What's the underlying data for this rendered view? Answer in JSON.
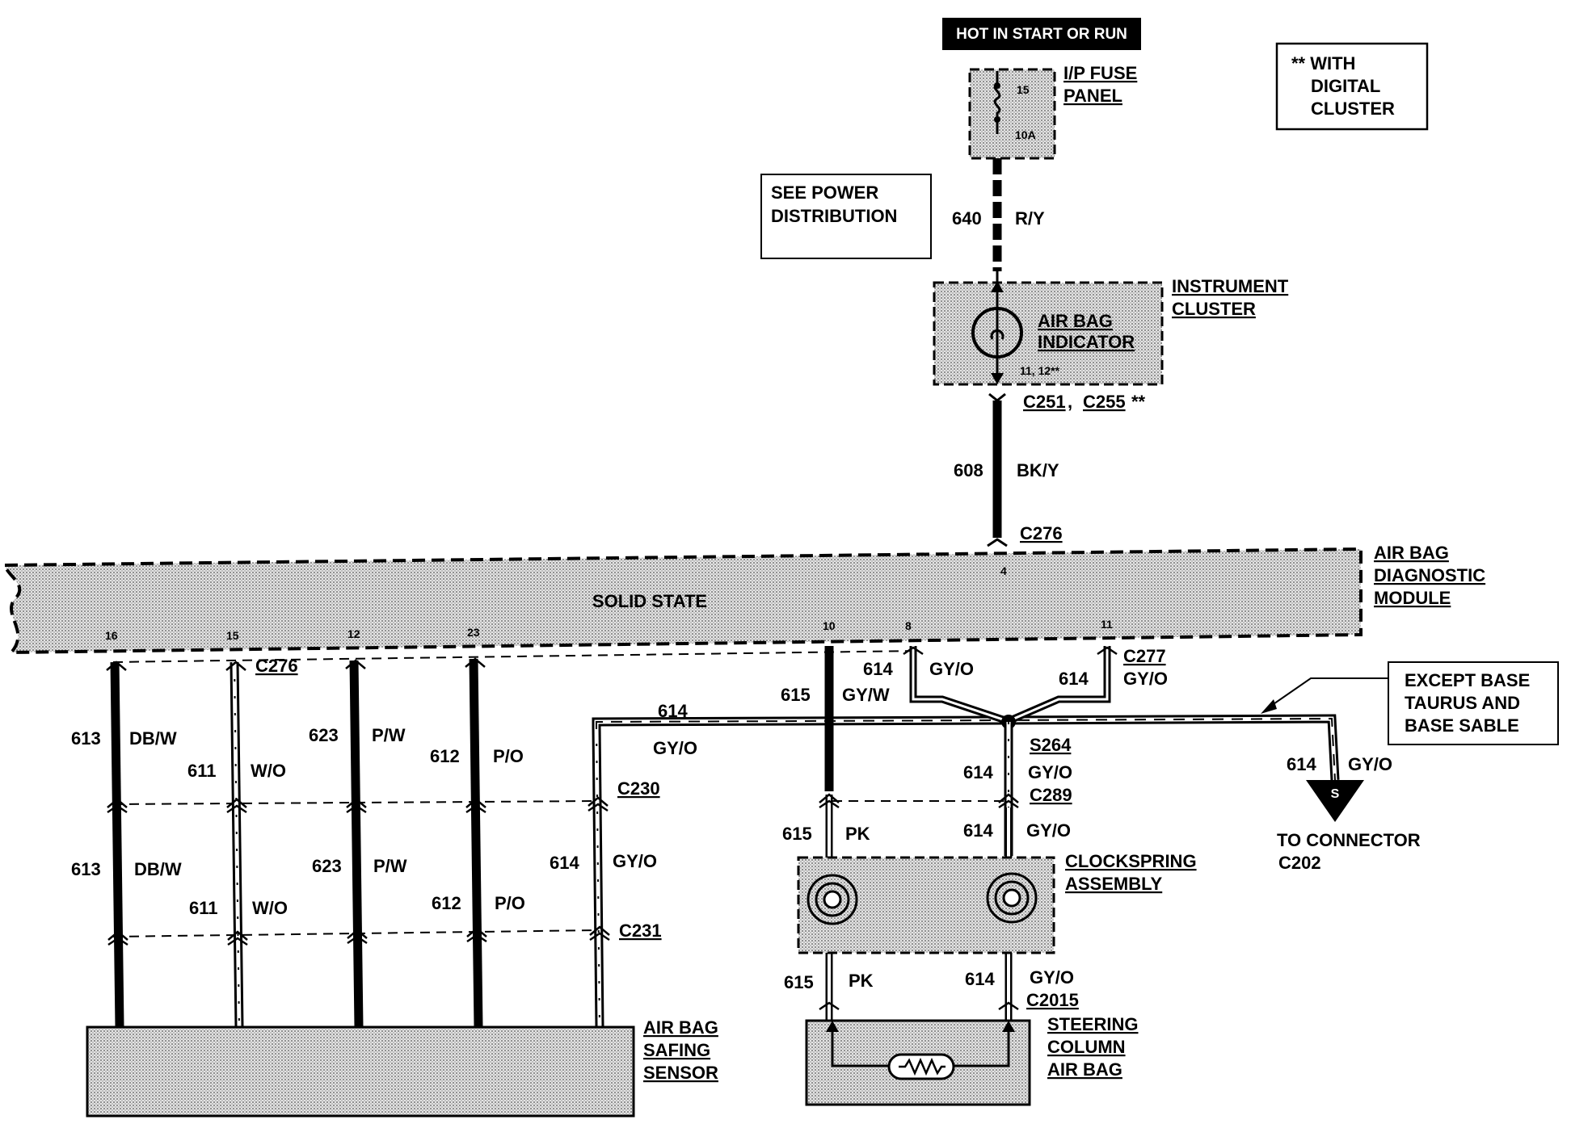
{
  "power": {
    "label": "HOT IN START OR RUN"
  },
  "notes": {
    "digital_line1": "** WITH",
    "digital_line2": "DIGITAL",
    "digital_line3": "CLUSTER",
    "power_dist_line1": "SEE POWER",
    "power_dist_line2": "DISTRIBUTION",
    "except_line1": "EXCEPT BASE",
    "except_line2": "TAURUS AND",
    "except_line3": "BASE SABLE"
  },
  "fuse_panel": {
    "line1": "I/P FUSE",
    "line2": "PANEL",
    "fuse_number": "15",
    "fuse_rating": "10A"
  },
  "instrument_cluster": {
    "line1": "INSTRUMENT",
    "line2": "CLUSTER",
    "indicator_line1": "AIR BAG",
    "indicator_line2": "INDICATOR",
    "pins": "11, 12**"
  },
  "module": {
    "line1": "AIR BAG",
    "line2": "DIAGNOSTIC",
    "line3": "MODULE",
    "center_label": "SOLID STATE",
    "pins": {
      "p4": "4",
      "p16": "16",
      "p15": "15",
      "p12": "12",
      "p23": "23",
      "p10": "10",
      "p8": "8",
      "p11": "11"
    }
  },
  "connectors": {
    "c251": "C251",
    "comma": ",",
    "c255": "C255",
    "c255_mark": "**",
    "c276_top": "C276",
    "c276_left": "C276",
    "c277": "C277",
    "c230": "C230",
    "c231": "C231",
    "s264": "S264",
    "c289": "C289",
    "c2015": "C2015"
  },
  "wires": {
    "w640": {
      "circuit": "640",
      "color": "R/Y"
    },
    "w608": {
      "circuit": "608",
      "color": "BK/Y"
    },
    "w613a": {
      "circuit": "613",
      "color": "DB/W"
    },
    "w611a": {
      "circuit": "611",
      "color": "W/O"
    },
    "w623a": {
      "circuit": "623",
      "color": "P/W"
    },
    "w612a": {
      "circuit": "612",
      "color": "P/O"
    },
    "w613b": {
      "circuit": "613",
      "color": "DB/W"
    },
    "w611b": {
      "circuit": "611",
      "color": "W/O"
    },
    "w623b": {
      "circuit": "623",
      "color": "P/W"
    },
    "w612b": {
      "circuit": "612",
      "color": "P/O"
    },
    "w614_horiz": {
      "circuit": "614",
      "color": "GY/O"
    },
    "w614_vert": {
      "circuit": "614",
      "color": "GY/O"
    },
    "w615_top": {
      "circuit": "615",
      "color": "GY/W"
    },
    "w614_pin8": {
      "circuit": "614",
      "color": "GY/O"
    },
    "w614_pin11": {
      "circuit": "614",
      "color": "GY/O"
    },
    "w614_s264": {
      "circuit": "614",
      "color": "GY/O"
    },
    "w615_mid": {
      "circuit": "615",
      "color": "PK"
    },
    "w614_mid": {
      "circuit": "614",
      "color": "GY/O"
    },
    "w615_low": {
      "circuit": "615",
      "color": "PK"
    },
    "w614_low": {
      "circuit": "614",
      "color": "GY/O"
    },
    "w614_right": {
      "circuit": "614",
      "color": "GY/O"
    }
  },
  "components": {
    "safing_line1": "AIR BAG",
    "safing_line2": "SAFING",
    "safing_line3": "SENSOR",
    "clock_line1": "CLOCKSPRING",
    "clock_line2": "ASSEMBLY",
    "steer_line1": "STEERING",
    "steer_line2": "COLUMN",
    "steer_line3": "AIR BAG",
    "to_line1": "TO CONNECTOR",
    "to_line2": "C202",
    "splice_mark": "S"
  }
}
